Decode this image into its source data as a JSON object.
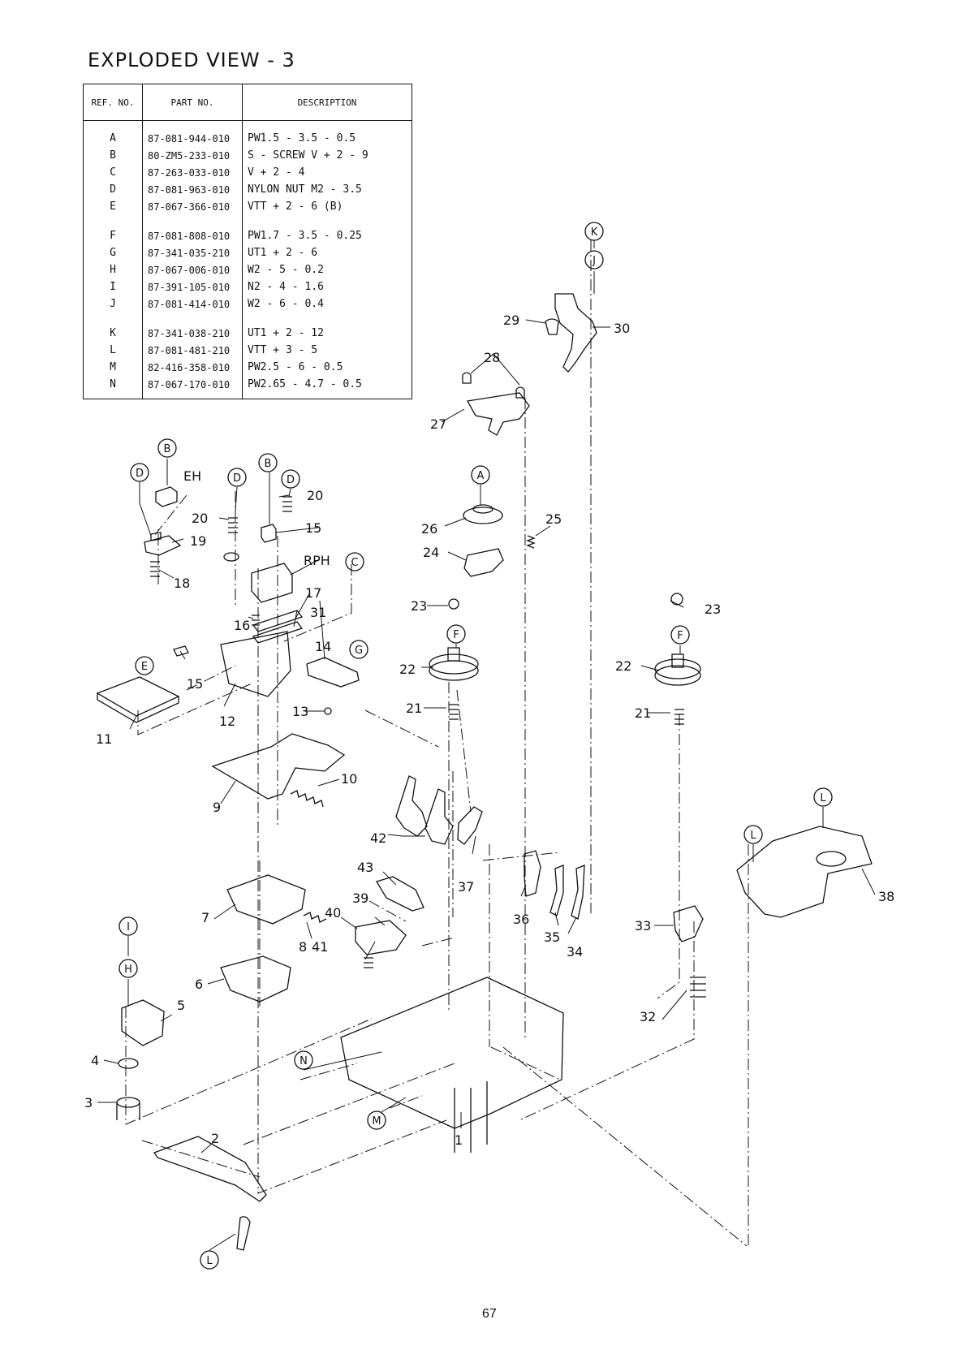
{
  "title": "EXPLODED VIEW - 3",
  "table": {
    "headers": [
      "REF. NO.",
      "PART NO.",
      "DESCRIPTION"
    ],
    "rows": [
      {
        "ref": "A",
        "part": "87-081-944-010",
        "desc": "PW1.5 - 3.5 - 0.5"
      },
      {
        "ref": "B",
        "part": "80-ZM5-233-010",
        "desc": "S - SCREW  V + 2 - 9"
      },
      {
        "ref": "C",
        "part": "87-263-033-010",
        "desc": "V + 2 - 4"
      },
      {
        "ref": "D",
        "part": "87-081-963-010",
        "desc": "NYLON NUT M2 - 3.5"
      },
      {
        "ref": "E",
        "part": "87-067-366-010",
        "desc": "VTT + 2 - 6 (B)"
      },
      {
        "ref": "F",
        "part": "87-081-808-010",
        "desc": "PW1.7 - 3.5 - 0.25"
      },
      {
        "ref": "G",
        "part": "87-341-035-210",
        "desc": "UT1 + 2 - 6"
      },
      {
        "ref": "H",
        "part": "87-067-006-010",
        "desc": "W2 - 5 - 0.2"
      },
      {
        "ref": "I",
        "part": "87-391-105-010",
        "desc": "N2 - 4 - 1.6"
      },
      {
        "ref": "J",
        "part": "87-081-414-010",
        "desc": "W2 - 6 - 0.4"
      },
      {
        "ref": "K",
        "part": "87-341-038-210",
        "desc": "UT1 + 2 - 12"
      },
      {
        "ref": "L",
        "part": "87-081-481-210",
        "desc": "VTT + 3 - 5"
      },
      {
        "ref": "M",
        "part": "82-416-358-010",
        "desc": "PW2.5 - 6 - 0.5"
      },
      {
        "ref": "N",
        "part": "87-067-170-010",
        "desc": "PW2.65 - 4.7 - 0.5"
      }
    ]
  },
  "diagram": {
    "labels": {
      "n1": "1",
      "n2": "2",
      "n3": "3",
      "n4": "4",
      "n5": "5",
      "n6": "6",
      "n7": "7",
      "n8": "8",
      "n9": "9",
      "n10": "10",
      "n11": "11",
      "n12": "12",
      "n13": "13",
      "n14": "14",
      "n15a": "15",
      "n15b": "15",
      "n16": "16",
      "n17": "17",
      "n18": "18",
      "n19": "19",
      "n20a": "20",
      "n20b": "20",
      "n21a": "21",
      "n21b": "21",
      "n22a": "22",
      "n22b": "22",
      "n23a": "23",
      "n23b": "23",
      "n24": "24",
      "n25": "25",
      "n26": "26",
      "n27": "27",
      "n28": "28",
      "n29": "29",
      "n30": "30",
      "n31": "31",
      "n32": "32",
      "n33": "33",
      "n34": "34",
      "n35": "35",
      "n36": "36",
      "n37": "37",
      "n38": "38",
      "n39": "39",
      "n40": "40",
      "n41": "41",
      "n42": "42",
      "n43": "43",
      "eh": "EH",
      "rph": "RPH"
    },
    "callouts": {
      "K": "K",
      "J": "J",
      "A": "A",
      "B1": "B",
      "B2": "B",
      "D1": "D",
      "D2": "D",
      "D3": "D",
      "C": "C",
      "E": "E",
      "G": "G",
      "F1": "F",
      "F2": "F",
      "L1": "L",
      "L2": "L",
      "L3": "L",
      "I": "I",
      "H": "H",
      "N": "N",
      "M": "M"
    }
  },
  "page_number": "67"
}
